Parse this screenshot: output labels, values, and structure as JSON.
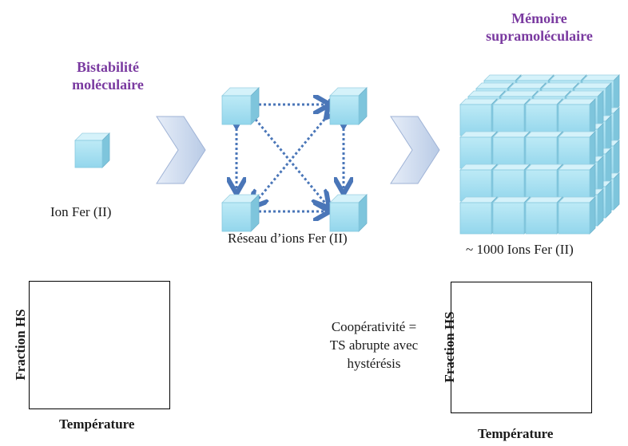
{
  "titles": {
    "left_line1": "Bistabilité",
    "left_line2": "moléculaire",
    "right_line1": "Mémoire",
    "right_line2": "supramoléculaire"
  },
  "captions": {
    "single_ion": "Ion Fer (II)",
    "network": "Réseau d’ions Fer (II)",
    "thousand": "~ 1000 Ions Fer (II)"
  },
  "graph_left": {
    "ylabel": "Fraction HS",
    "xlabel": "Température"
  },
  "graph_right": {
    "ylabel": "Fraction HS",
    "xlabel": "Température"
  },
  "cooperativity": {
    "line1": "Coopérativité  =",
    "line2": "TS abrupte avec",
    "line3": "hystérésis"
  },
  "colors": {
    "title": "#7a3aa0",
    "cube_front": "#a9e3f3",
    "cube_top": "#d5f2fa",
    "cube_side": "#7ec5dc",
    "chevron": "#cfdcef",
    "arrow": "#4a76b8"
  }
}
